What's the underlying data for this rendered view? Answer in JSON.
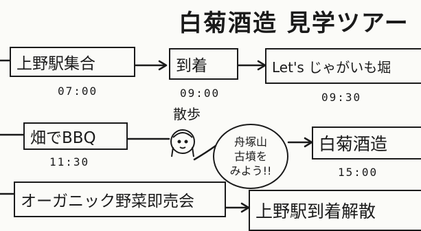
{
  "title": "白菊酒造 見学ツアー",
  "row1": {
    "step1": {
      "label": "上野駅集合",
      "time": "07:00"
    },
    "step2": {
      "label": "到着",
      "time": "09:00"
    },
    "step3": {
      "label": "Let's じゃがいも堀",
      "time": "09:30"
    }
  },
  "row2": {
    "step1": {
      "label": "畑でBBQ",
      "time": "11:30"
    },
    "walk_label": "散歩",
    "bubble": {
      "line1": "舟塚山",
      "line2": "古墳を",
      "line3": "みよう!!"
    },
    "step2": {
      "label": "白菊酒造",
      "time": "15:00"
    }
  },
  "row3": {
    "step1": {
      "label": "オーガニック野菜即売会"
    },
    "step2": {
      "label": "上野駅到着解散"
    }
  },
  "icons": {
    "person": "person-icon"
  }
}
